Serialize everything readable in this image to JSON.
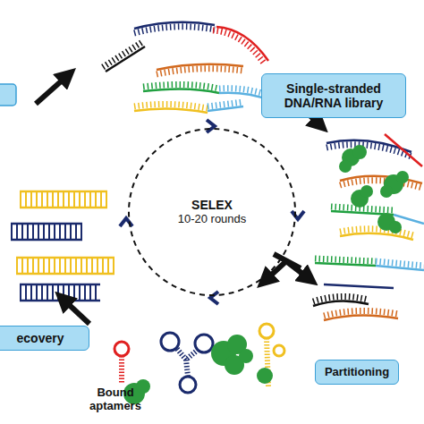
{
  "diagram": {
    "nodes": [
      {
        "text": [
          "Single-stranded DNA/RNA library"
        ]
      },
      {
        "text": [
          "SELEX",
          "10-20 rounds"
        ]
      },
      {
        "text": [
          "Partitioning"
        ]
      },
      {
        "text": [
          "ecovery"
        ]
      }
    ],
    "labels": [
      "Bound aptamers"
    ]
  }
}
